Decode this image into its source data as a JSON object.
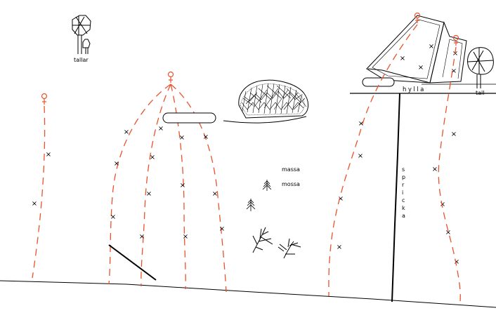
{
  "labels": {
    "tallar": "tallar",
    "massa": "massa",
    "mossa": "mossa",
    "hylla": "hylla",
    "spricka": "spricka",
    "tall": "tall"
  }
}
